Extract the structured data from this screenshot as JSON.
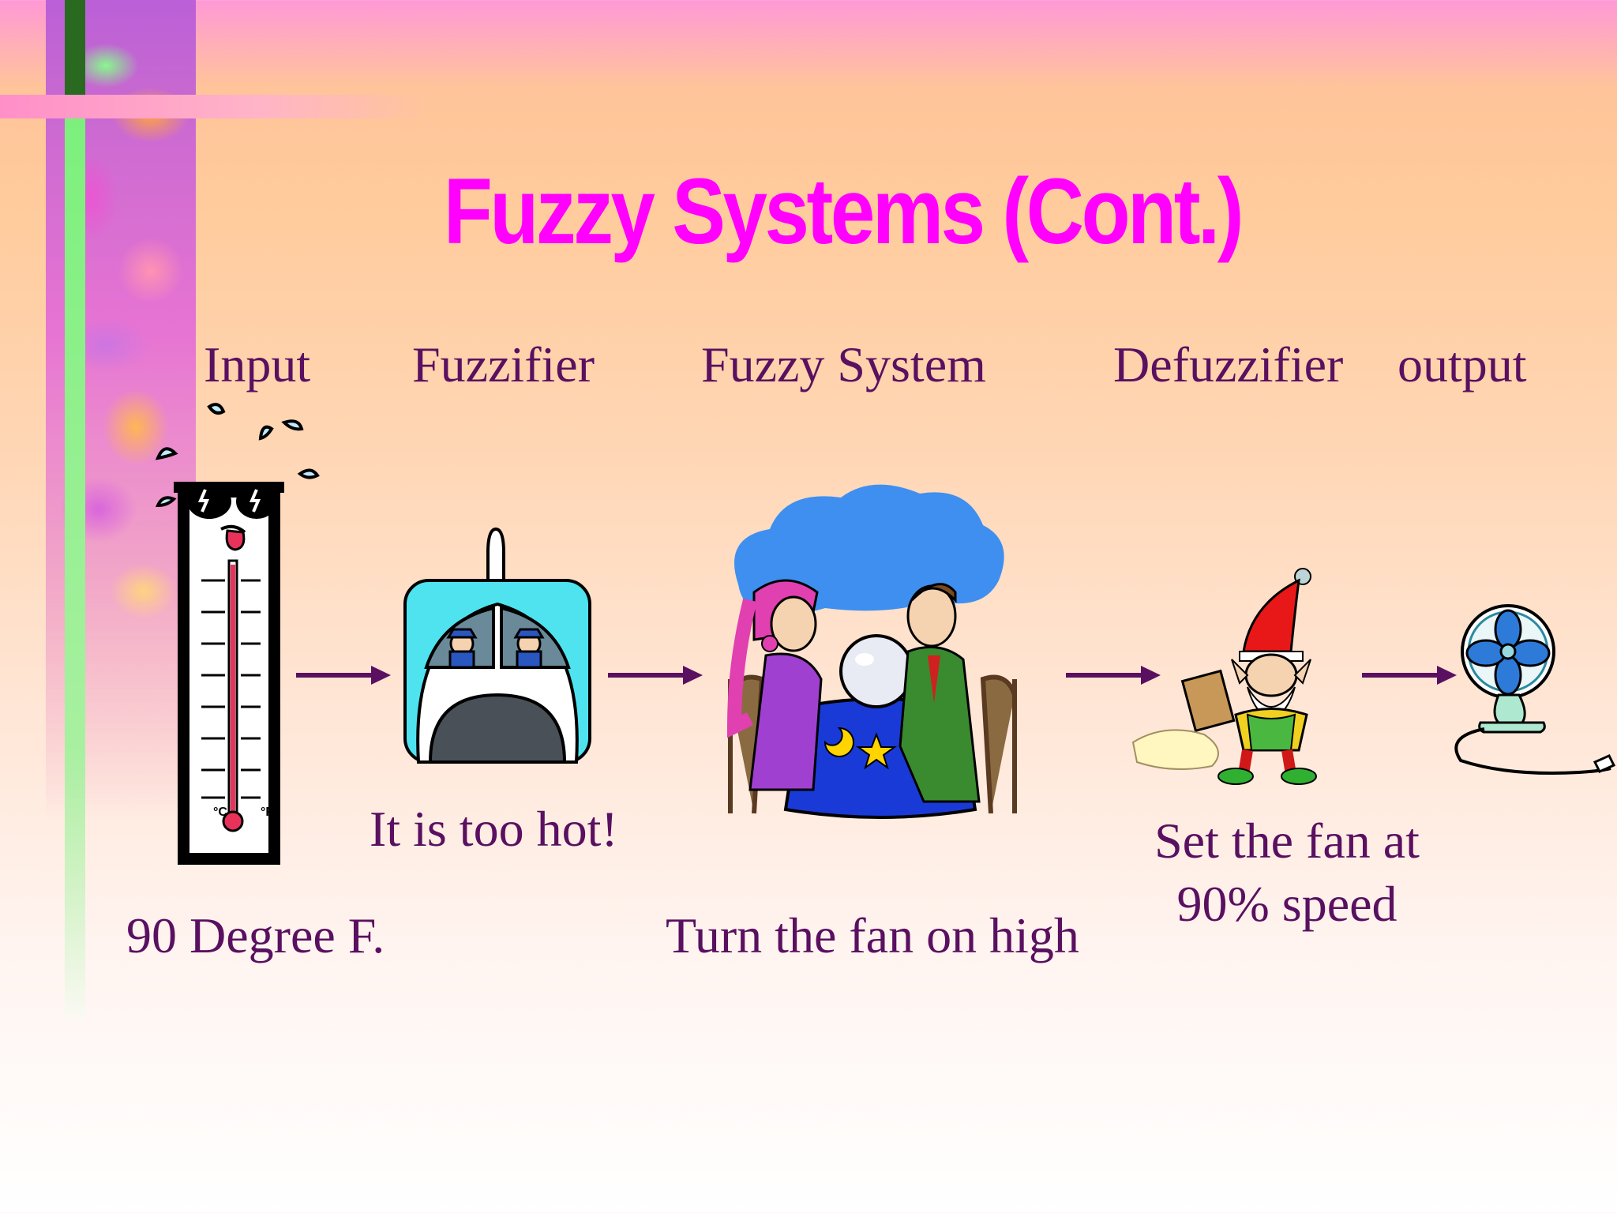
{
  "title": "Fuzzy Systems (Cont.)",
  "stages": {
    "input": "Input",
    "fuzzifier": "Fuzzifier",
    "fuzzy_system": "Fuzzy System",
    "defuzzifier": "Defuzzifier",
    "output": "output"
  },
  "captions": {
    "input_value": "90 Degree F.",
    "fuzzifier_result": "It is too hot!",
    "system_rule": "Turn the fan on high",
    "defuzzifier_line1": "Set the fan at",
    "defuzzifier_line2": "90% speed"
  },
  "thermometer": {
    "unit_left": "°C",
    "unit_right": "°F"
  },
  "icons": [
    "thermometer-icon",
    "airplane-cockpit-icon",
    "fortune-teller-icon",
    "gnome-icon",
    "fan-icon"
  ],
  "colors": {
    "title": "#ff00ff",
    "text": "#5a1060",
    "arrow": "#5a1060"
  }
}
